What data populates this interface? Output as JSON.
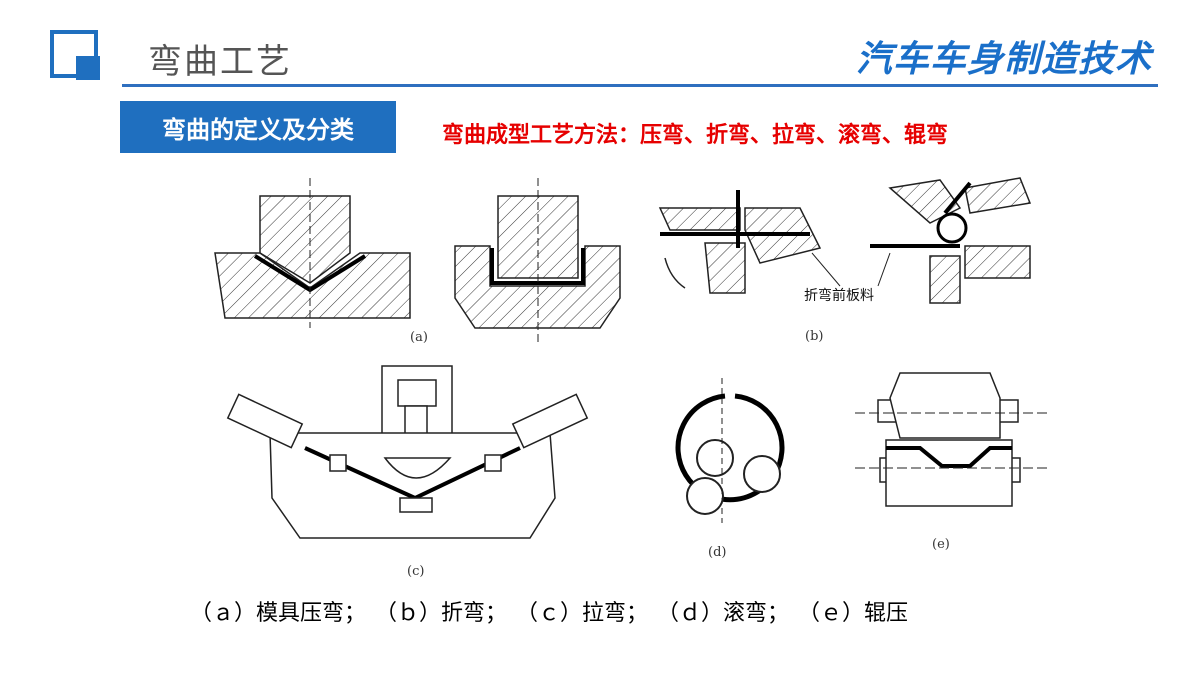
{
  "header": {
    "slide_title": "弯曲工艺",
    "brand_title": "汽车车身制造技术",
    "accent_color": "#1f6fbf"
  },
  "section": {
    "badge_label": "弯曲的定义及分类",
    "methods_text": "弯曲成型工艺方法：压弯、折弯、拉弯、滚弯、辊弯",
    "methods_color": "#e60000"
  },
  "figure": {
    "label_a": "(a)",
    "label_b": "(b)",
    "label_c": "(c)",
    "label_d": "(d)",
    "label_e": "(e)",
    "note_b": "折弯前板料"
  },
  "caption": "（ａ）模具压弯；  （ｂ）折弯；  （ｃ）拉弯；  （ｄ）滚弯；  （ｅ）辊压"
}
